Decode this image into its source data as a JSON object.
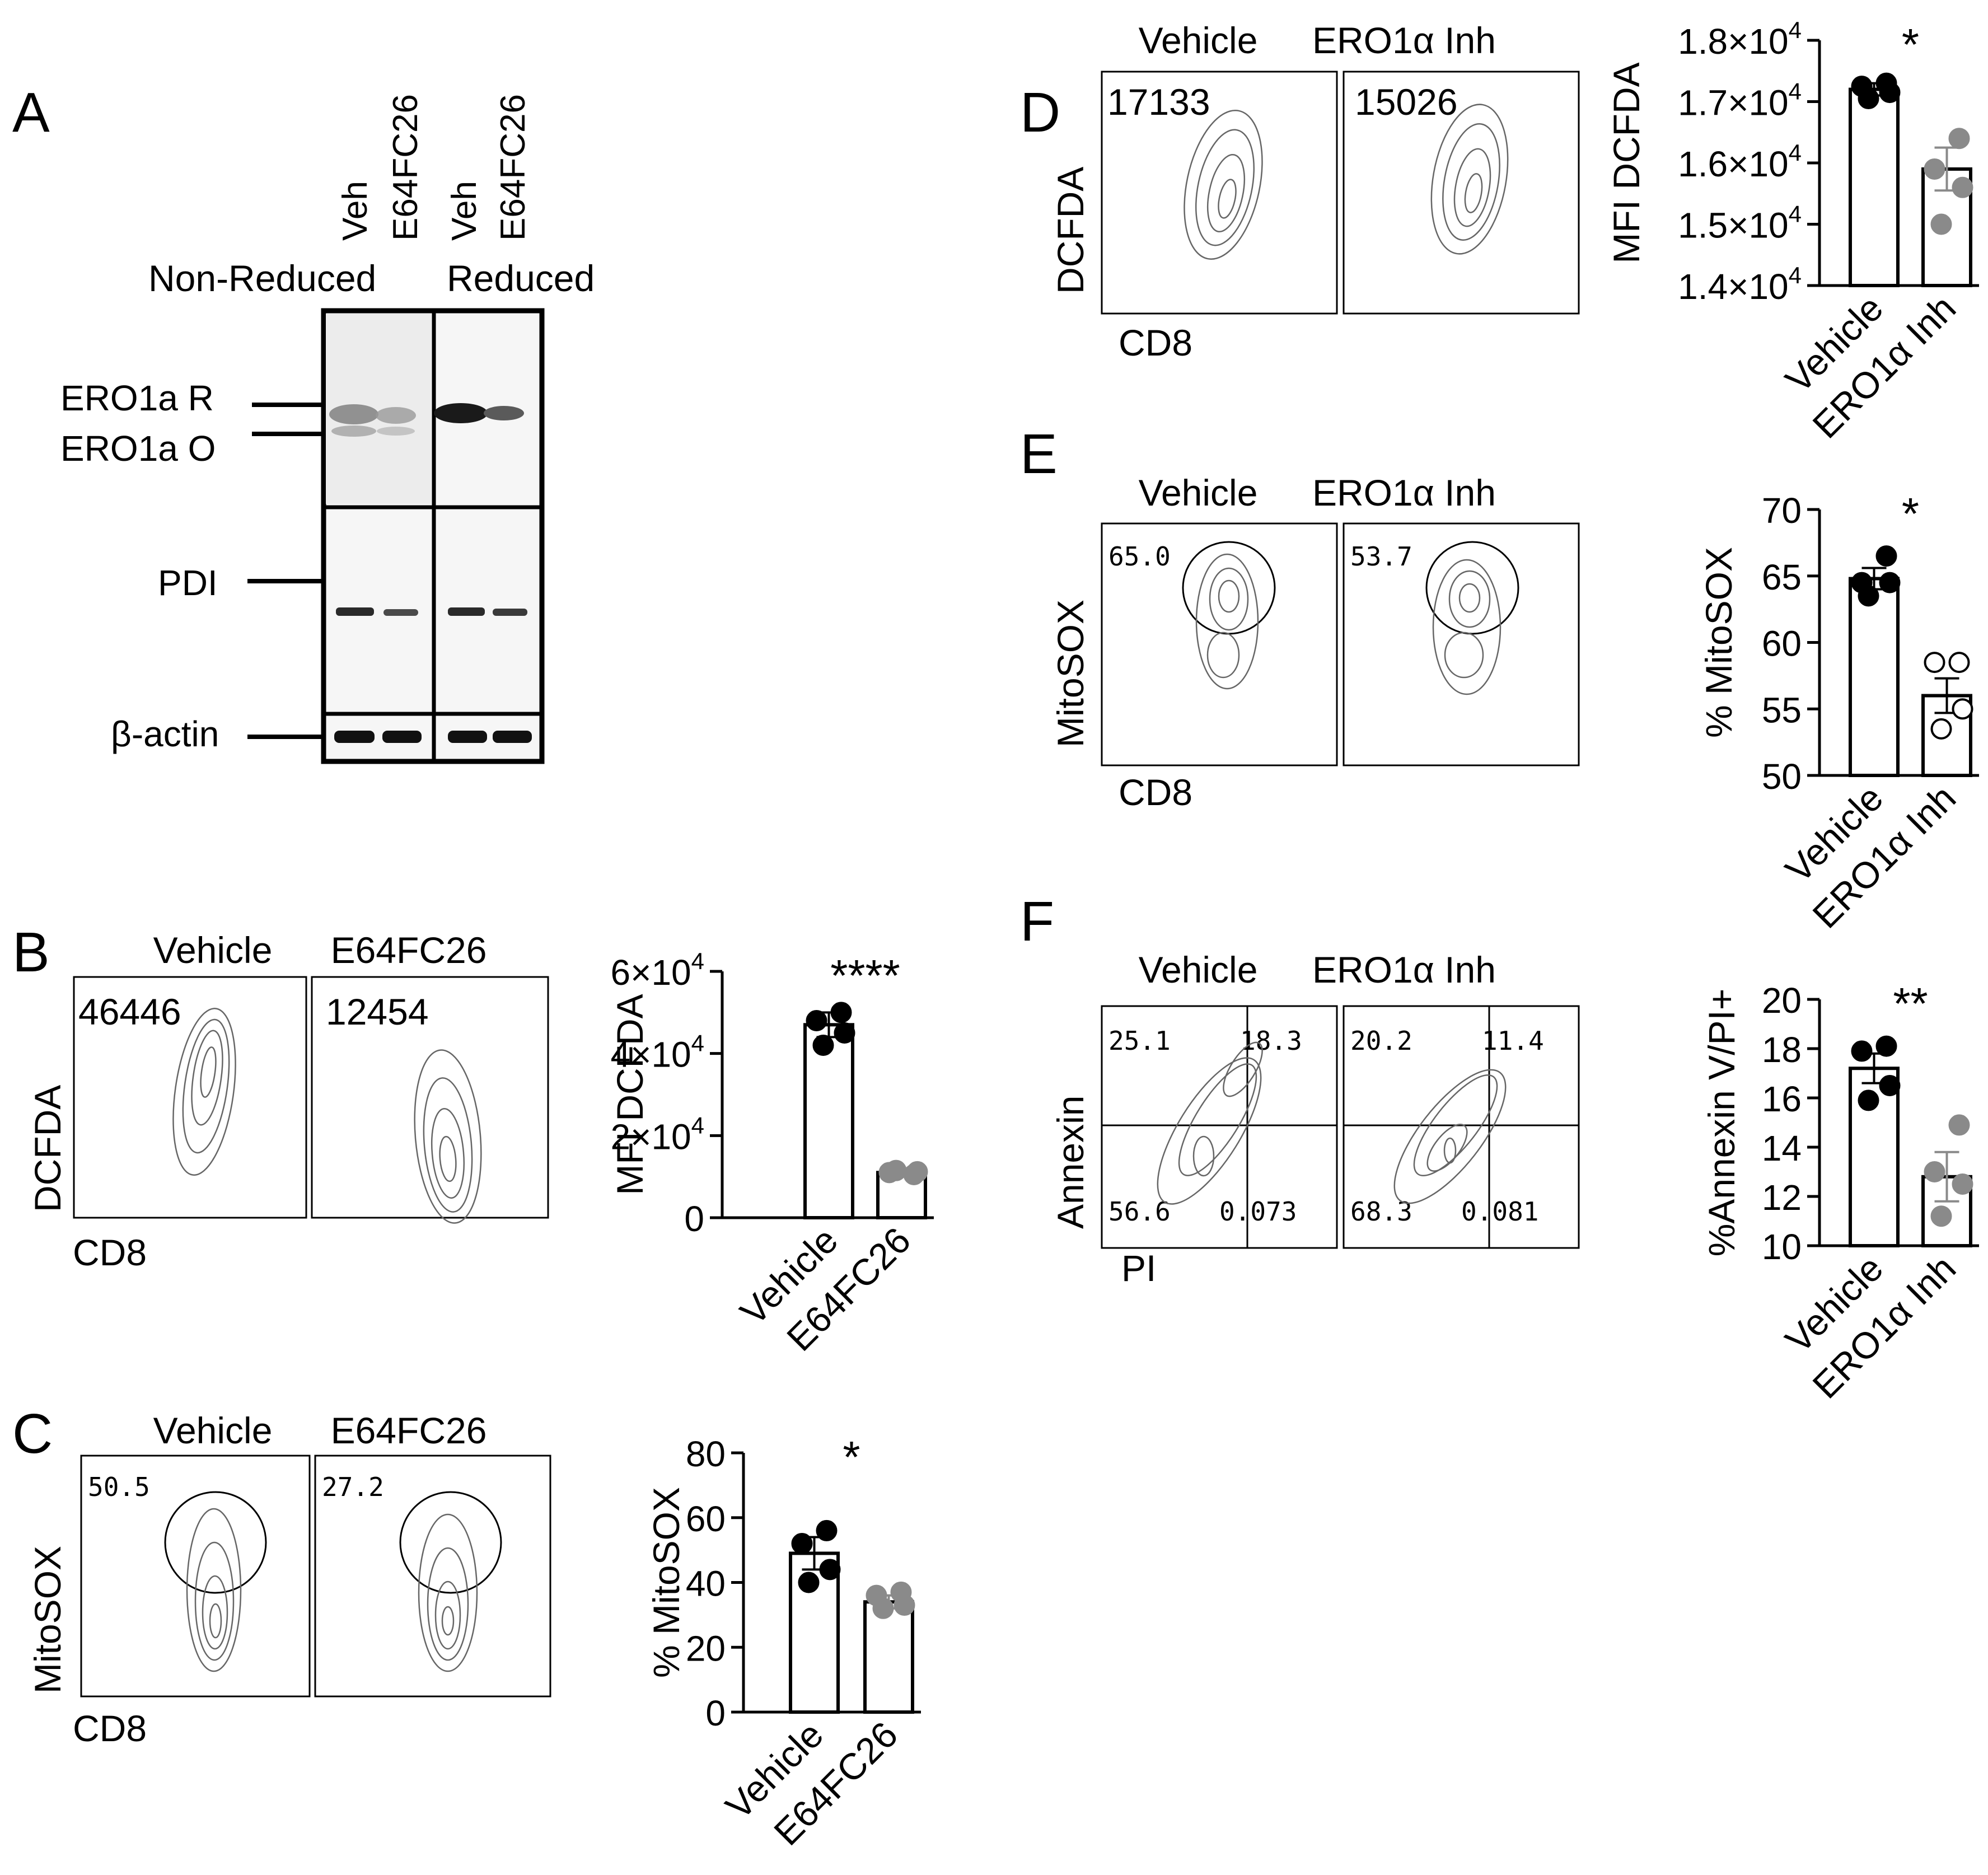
{
  "panel_letters": {
    "a": "A",
    "b": "B",
    "c": "C",
    "d": "D",
    "e": "E",
    "f": "F"
  },
  "western_blot": {
    "lane_labels": [
      "Veh",
      "E64FC26",
      "Veh",
      "E64FC26"
    ],
    "group_labels": [
      "Non-Reduced",
      "Reduced"
    ],
    "band_labels": [
      "ERO1a R",
      "ERO1a O",
      "PDI",
      "β-actin"
    ]
  },
  "flow_plots": {
    "B": {
      "groups": [
        "Vehicle",
        "E64FC26"
      ],
      "values": [
        "46446",
        "12454"
      ],
      "y_label": "DCFDA",
      "x_label": "CD8"
    },
    "C": {
      "groups": [
        "Vehicle",
        "E64FC26"
      ],
      "values": [
        "50.5",
        "27.2"
      ],
      "y_label": "MitoSOX",
      "x_label": "CD8"
    },
    "D": {
      "groups": [
        "Vehicle",
        "ERO1α Inh"
      ],
      "values": [
        "17133",
        "15026"
      ],
      "y_label": "DCFDA",
      "x_label": "CD8"
    },
    "E": {
      "groups": [
        "Vehicle",
        "ERO1α Inh"
      ],
      "values": [
        "65.0",
        "53.7"
      ],
      "y_label": "MitoSOX",
      "x_label": "CD8"
    },
    "F": {
      "groups": [
        "Vehicle",
        "ERO1α Inh"
      ],
      "quadrants": [
        [
          "25.1",
          "18.3",
          "56.6",
          "0.073"
        ],
        [
          "20.2",
          "11.4",
          "68.3",
          "0.081"
        ]
      ],
      "y_label": "Annexin",
      "x_label": "PI"
    }
  },
  "chart_data": [
    {
      "panel": "B",
      "type": "bar",
      "categories": [
        "Vehicle",
        "E64FC26"
      ],
      "values": [
        47000,
        11000
      ],
      "errors": [
        3000,
        500
      ],
      "points": [
        [
          50000,
          48000,
          45000,
          42000
        ],
        [
          10500,
          11000,
          11200,
          11500
        ]
      ],
      "point_colors": [
        "#000000",
        "#8a8a8a"
      ],
      "open_points": [
        false,
        false
      ],
      "ylabel": "MFI DCFDA",
      "ylim": [
        0,
        60000
      ],
      "yticks": [
        0,
        20000,
        40000,
        60000
      ],
      "ytick_labels": [
        "0",
        "2×10",
        "4×10",
        "6×10"
      ],
      "ytick_exps": [
        "",
        "4",
        "4",
        "4"
      ],
      "significance": "****"
    },
    {
      "panel": "C",
      "type": "bar",
      "categories": [
        "Vehicle",
        "E64FC26"
      ],
      "values": [
        49,
        34
      ],
      "errors": [
        5,
        2
      ],
      "points": [
        [
          56,
          52,
          44,
          40
        ],
        [
          37,
          36,
          33,
          32
        ]
      ],
      "point_colors": [
        "#000000",
        "#8a8a8a"
      ],
      "open_points": [
        false,
        false
      ],
      "ylabel": "% MitoSOX",
      "ylim": [
        0,
        80
      ],
      "yticks": [
        0,
        20,
        40,
        60,
        80
      ],
      "ytick_labels": [
        "0",
        "20",
        "40",
        "60",
        "80"
      ],
      "ytick_exps": [
        "",
        "",
        "",
        "",
        ""
      ],
      "significance": "*"
    },
    {
      "panel": "D",
      "type": "bar",
      "categories": [
        "Vehicle",
        "ERO1α Inh"
      ],
      "values": [
        17200,
        15900
      ],
      "errors": [
        100,
        350
      ],
      "points": [
        [
          17300,
          17250,
          17150,
          17050
        ],
        [
          16400,
          15900,
          15600,
          15000
        ]
      ],
      "point_colors": [
        "#000000",
        "#8a8a8a"
      ],
      "open_points": [
        false,
        false
      ],
      "ylabel": "MFI DCFDA",
      "ylim": [
        14000,
        18000
      ],
      "yticks": [
        14000,
        15000,
        16000,
        17000,
        18000
      ],
      "ytick_labels": [
        "1.4×10",
        "1.5×10",
        "1.6×10",
        "1.7×10",
        "1.8×10"
      ],
      "ytick_exps": [
        "4",
        "4",
        "4",
        "4",
        "4"
      ],
      "significance": "*"
    },
    {
      "panel": "E",
      "type": "bar",
      "categories": [
        "Vehicle",
        "ERO1α Inh"
      ],
      "values": [
        64.8,
        56.0
      ],
      "errors": [
        0.8,
        1.3
      ],
      "points": [
        [
          66.5,
          64.5,
          64.5,
          63.5
        ],
        [
          58.5,
          58.5,
          55,
          53.5
        ]
      ],
      "point_colors": [
        "#000000",
        "#000000"
      ],
      "open_points": [
        false,
        true
      ],
      "ylabel": "% MitoSOX",
      "ylim": [
        50,
        70
      ],
      "yticks": [
        50,
        55,
        60,
        65,
        70
      ],
      "ytick_labels": [
        "50",
        "55",
        "60",
        "65",
        "70"
      ],
      "ytick_exps": [
        "",
        "",
        "",
        "",
        ""
      ],
      "significance": "*"
    },
    {
      "panel": "F",
      "type": "bar",
      "categories": [
        "Vehicle",
        "ERO1α Inh"
      ],
      "values": [
        17.2,
        12.8
      ],
      "errors": [
        0.6,
        1.0
      ],
      "points": [
        [
          18.1,
          17.9,
          16.5,
          15.9
        ],
        [
          14.9,
          13.0,
          12.5,
          11.2
        ]
      ],
      "point_colors": [
        "#000000",
        "#8a8a8a"
      ],
      "open_points": [
        false,
        false
      ],
      "ylabel": "%Annexin V/PI+",
      "ylim": [
        10,
        20
      ],
      "yticks": [
        10,
        12,
        14,
        16,
        18,
        20
      ],
      "ytick_labels": [
        "10",
        "12",
        "14",
        "16",
        "18",
        "20"
      ],
      "ytick_exps": [
        "",
        "",
        "",
        "",
        "",
        ""
      ],
      "significance": "**"
    }
  ]
}
